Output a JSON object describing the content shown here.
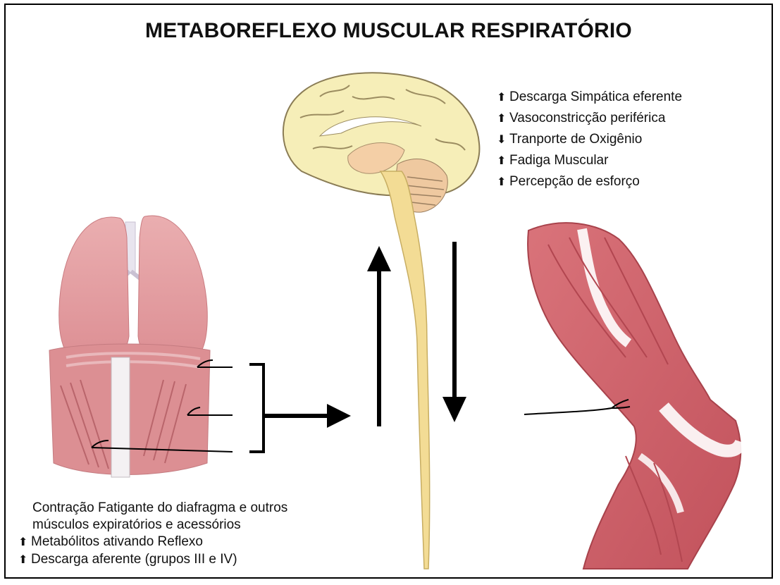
{
  "title": "METABOREFLEXO MUSCULAR RESPIRATÓRIO",
  "effects": [
    {
      "arrow": "up",
      "text": "Descarga Simpática eferente"
    },
    {
      "arrow": "up",
      "text": "Vasoconstricção periférica"
    },
    {
      "arrow": "down",
      "text": "Tranporte de Oxigênio"
    },
    {
      "arrow": "up",
      "text": "Fadiga Muscular"
    },
    {
      "arrow": "up",
      "text": "Percepção de esforço"
    }
  ],
  "bottom": {
    "line1": "Contração Fatigante do diafragma e outros",
    "line2": "músculos expiratórios e acessórios",
    "line3": "Metabólitos ativando Reflexo",
    "line4": "Descarga aferente (grupos III e IV)"
  },
  "glyphs": {
    "up": "⬆",
    "down": "⬇"
  },
  "colors": {
    "lung": "#e5a1a4",
    "brain": "#f6eeb8",
    "spinal_cord": "#f3dc95",
    "muscle": "#d2666e",
    "arrow": "#000000"
  }
}
